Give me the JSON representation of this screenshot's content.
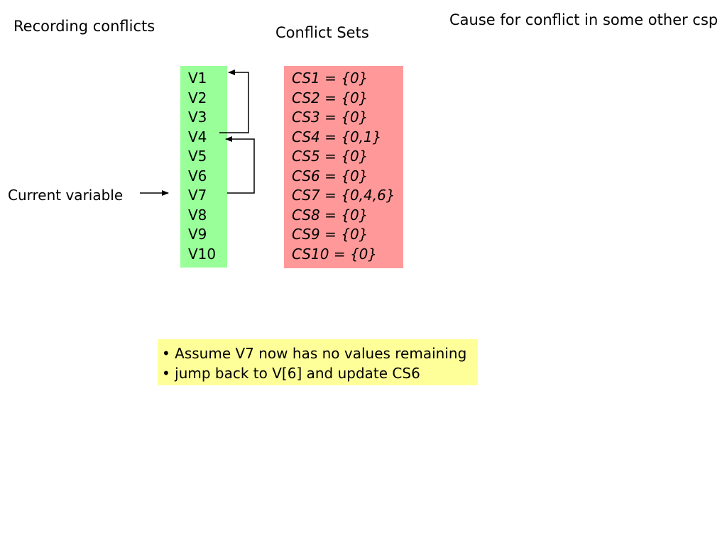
{
  "titles": {
    "left": "Recording conflicts",
    "center": "Conflict Sets",
    "right": "Cause for conflict in some other csp"
  },
  "variables": [
    "V1",
    "V2",
    "V3",
    "V4",
    "V5",
    "V6",
    "V7",
    "V8",
    "V9",
    "V10"
  ],
  "conflict_sets": [
    "CS1  = {0}",
    "CS2  = {0}",
    "CS3  = {0}",
    "CS4  = {0,1}",
    "CS5  = {0}",
    "CS6  = {0}",
    "CS7  = {0,4,6}",
    "CS8  = {0}",
    "CS9  = {0}",
    "CS10 = {0}"
  ],
  "current_variable_label": "Current variable",
  "notes": [
    "• Assume V7 now has no values remaining",
    "• jump back to V[6] and update CS6"
  ],
  "colors": {
    "variable_box": "#99ff99",
    "conflict_box": "#ff9999",
    "note_box": "#ffff99"
  }
}
